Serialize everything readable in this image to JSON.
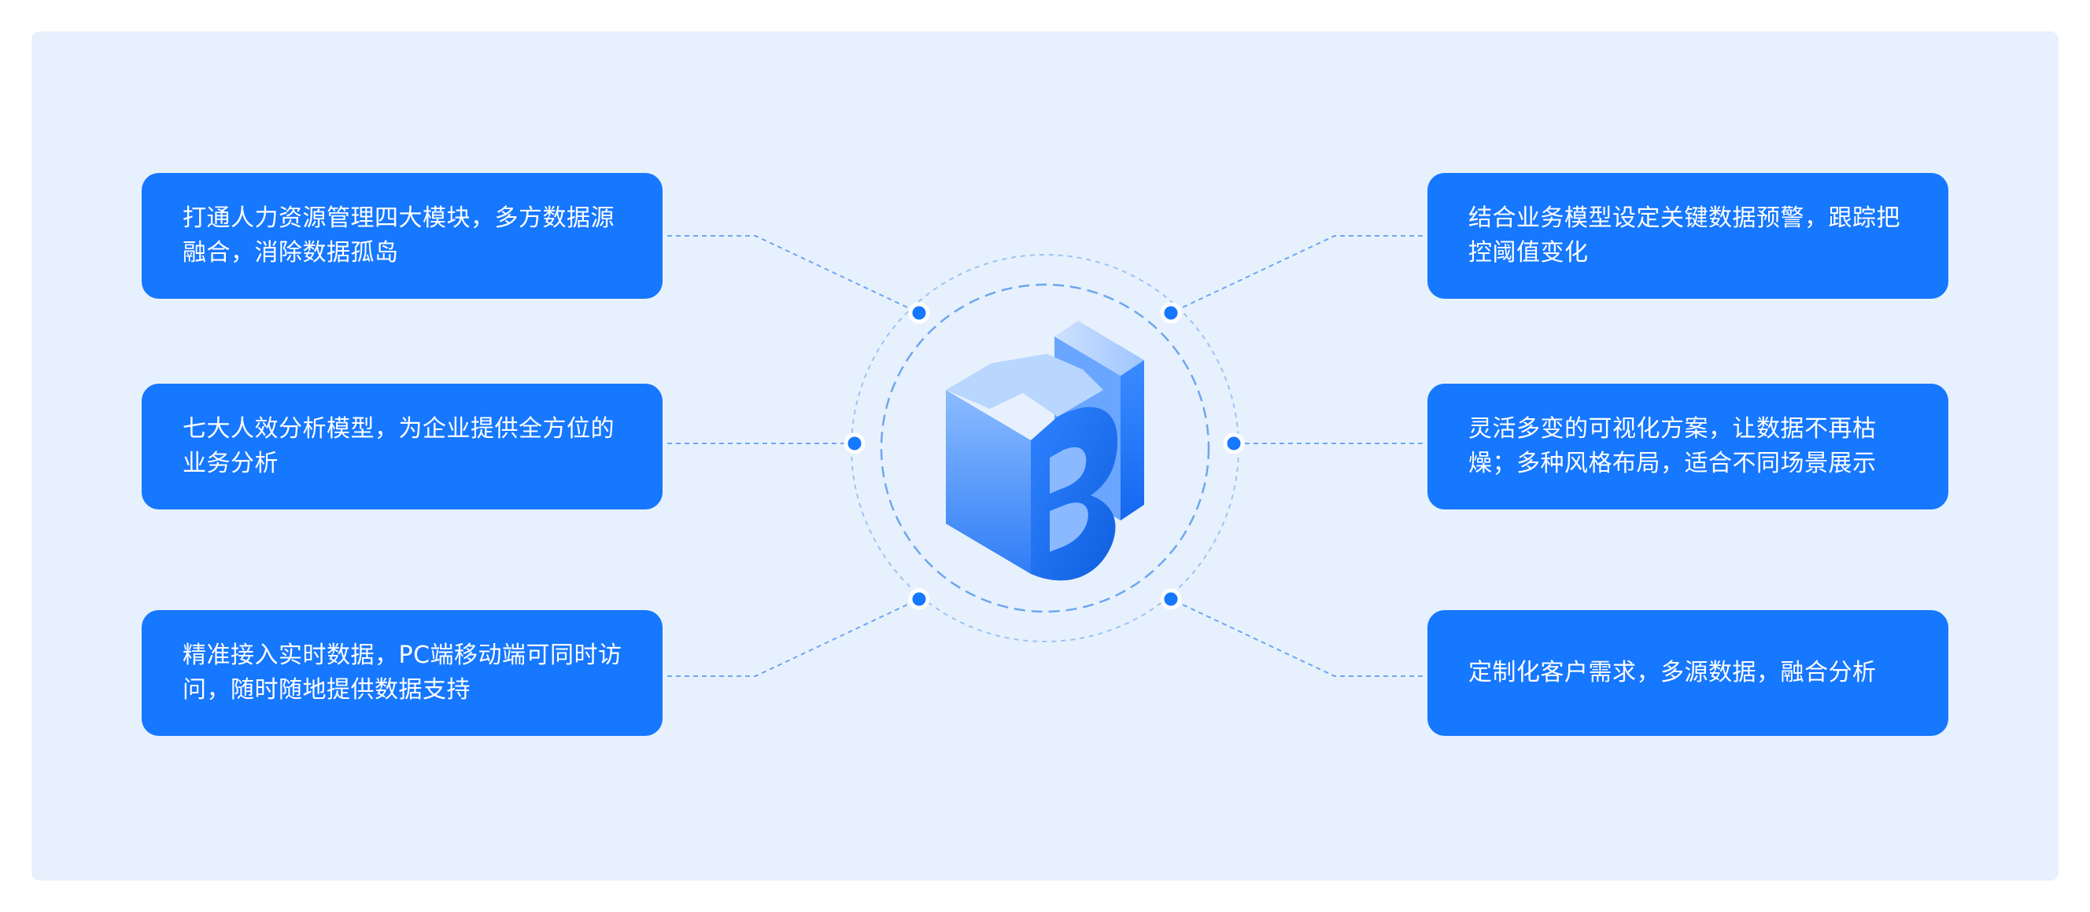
{
  "features": {
    "left": [
      {
        "text": "打通人力资源管理四大模块，多方数据源融合，消除数据孤岛"
      },
      {
        "text": "七大人效分析模型，为企业提供全方位的业务分析"
      },
      {
        "text": "精准接入实时数据，PC端移动端可同时访问，随时随地提供数据支持"
      }
    ],
    "right": [
      {
        "text": "结合业务模型设定关键数据预警，跟踪把控阈值变化"
      },
      {
        "text": "灵活多变的可视化方案，让数据不再枯燥；多种风格布局，适合不同场景展示"
      },
      {
        "text": "定制化客户需求，多源数据，融合分析"
      }
    ]
  },
  "center_logo": {
    "icon": "bi-3d-letters-icon",
    "letters": "BI"
  },
  "colors": {
    "background": "#e7f1fd",
    "card": "#1677ff",
    "card_text": "#ffffff",
    "connector": "#5c9cf0",
    "dot": "#1677ff"
  }
}
